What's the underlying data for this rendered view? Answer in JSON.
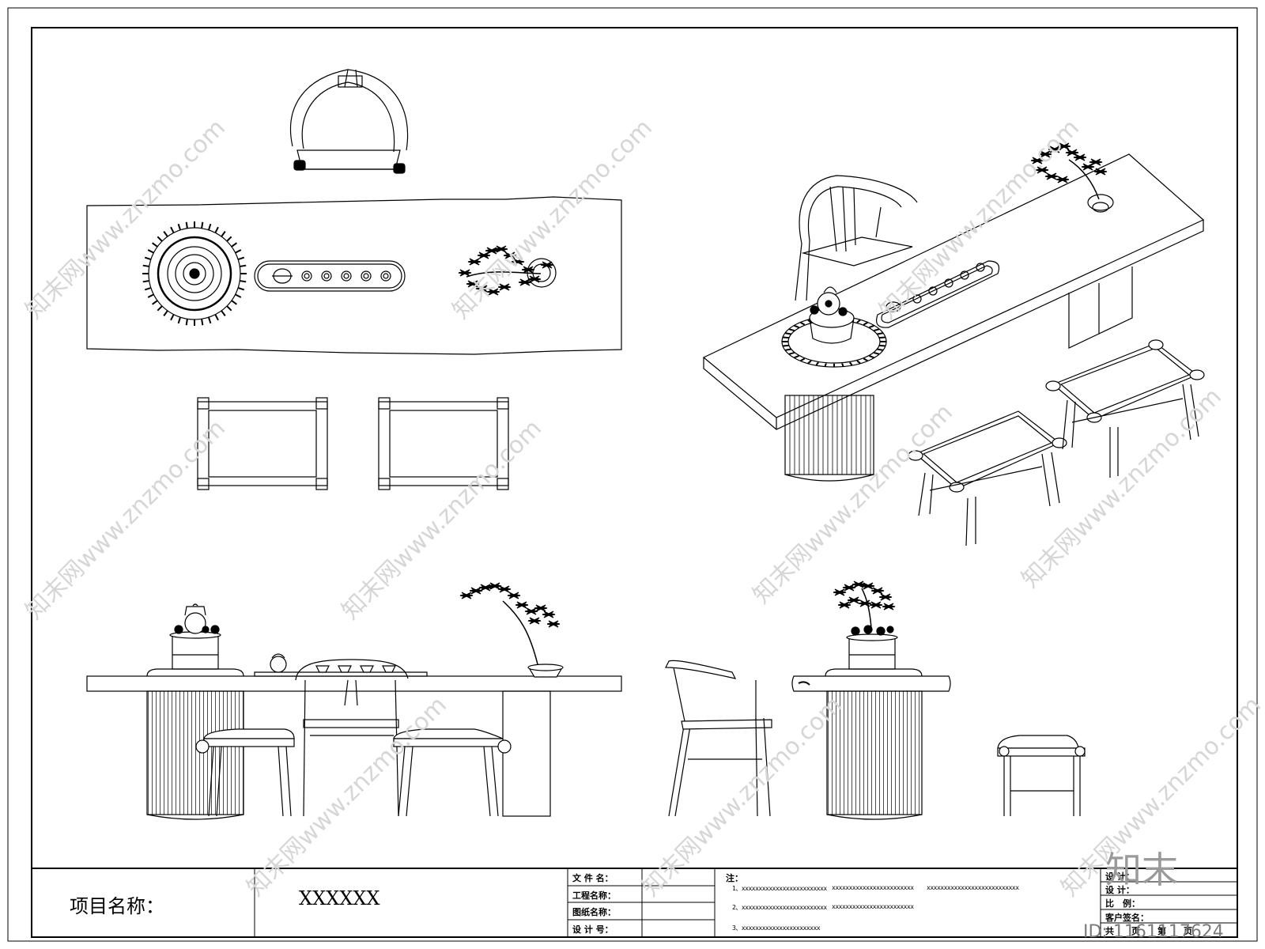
{
  "title_block": {
    "project_label": "项目名称：",
    "project_value": "XXXXXX",
    "fields": [
      {
        "label": "文 件 名：",
        "value": ""
      },
      {
        "label": "工程名称：",
        "value": ""
      },
      {
        "label": "图纸名称：",
        "value": ""
      },
      {
        "label": "设 计 号：",
        "value": ""
      }
    ],
    "notes_title": "注：",
    "notes": [
      "1、xxxxxxxxxxxxxxxxxxxxxxxxx",
      "xxxxxxxxxxxxxxxxxxxxxxxx",
      "xxxxxxxxxxxxxxxxxxxxxxxxxxx",
      "2、xxxxxxxxxxxxxxxxxxxxxxxxx",
      "xxxxxxxxxxxxxxxxxxxxxxxx",
      "3、xxxxxxxxxxxxxxxxxxxxxxx"
    ],
    "right_fields": [
      "设 计：",
      "设 计：",
      "比　例：",
      "客户签名：",
      "共　　页　　第　　页"
    ]
  },
  "watermark": {
    "text": "知末网www.znzmo.com",
    "logo": "知末",
    "id_text": "ID: 1161117624"
  },
  "colors": {
    "line": "#000000",
    "watermark": "#d6d6d6",
    "background": "#ffffff"
  }
}
